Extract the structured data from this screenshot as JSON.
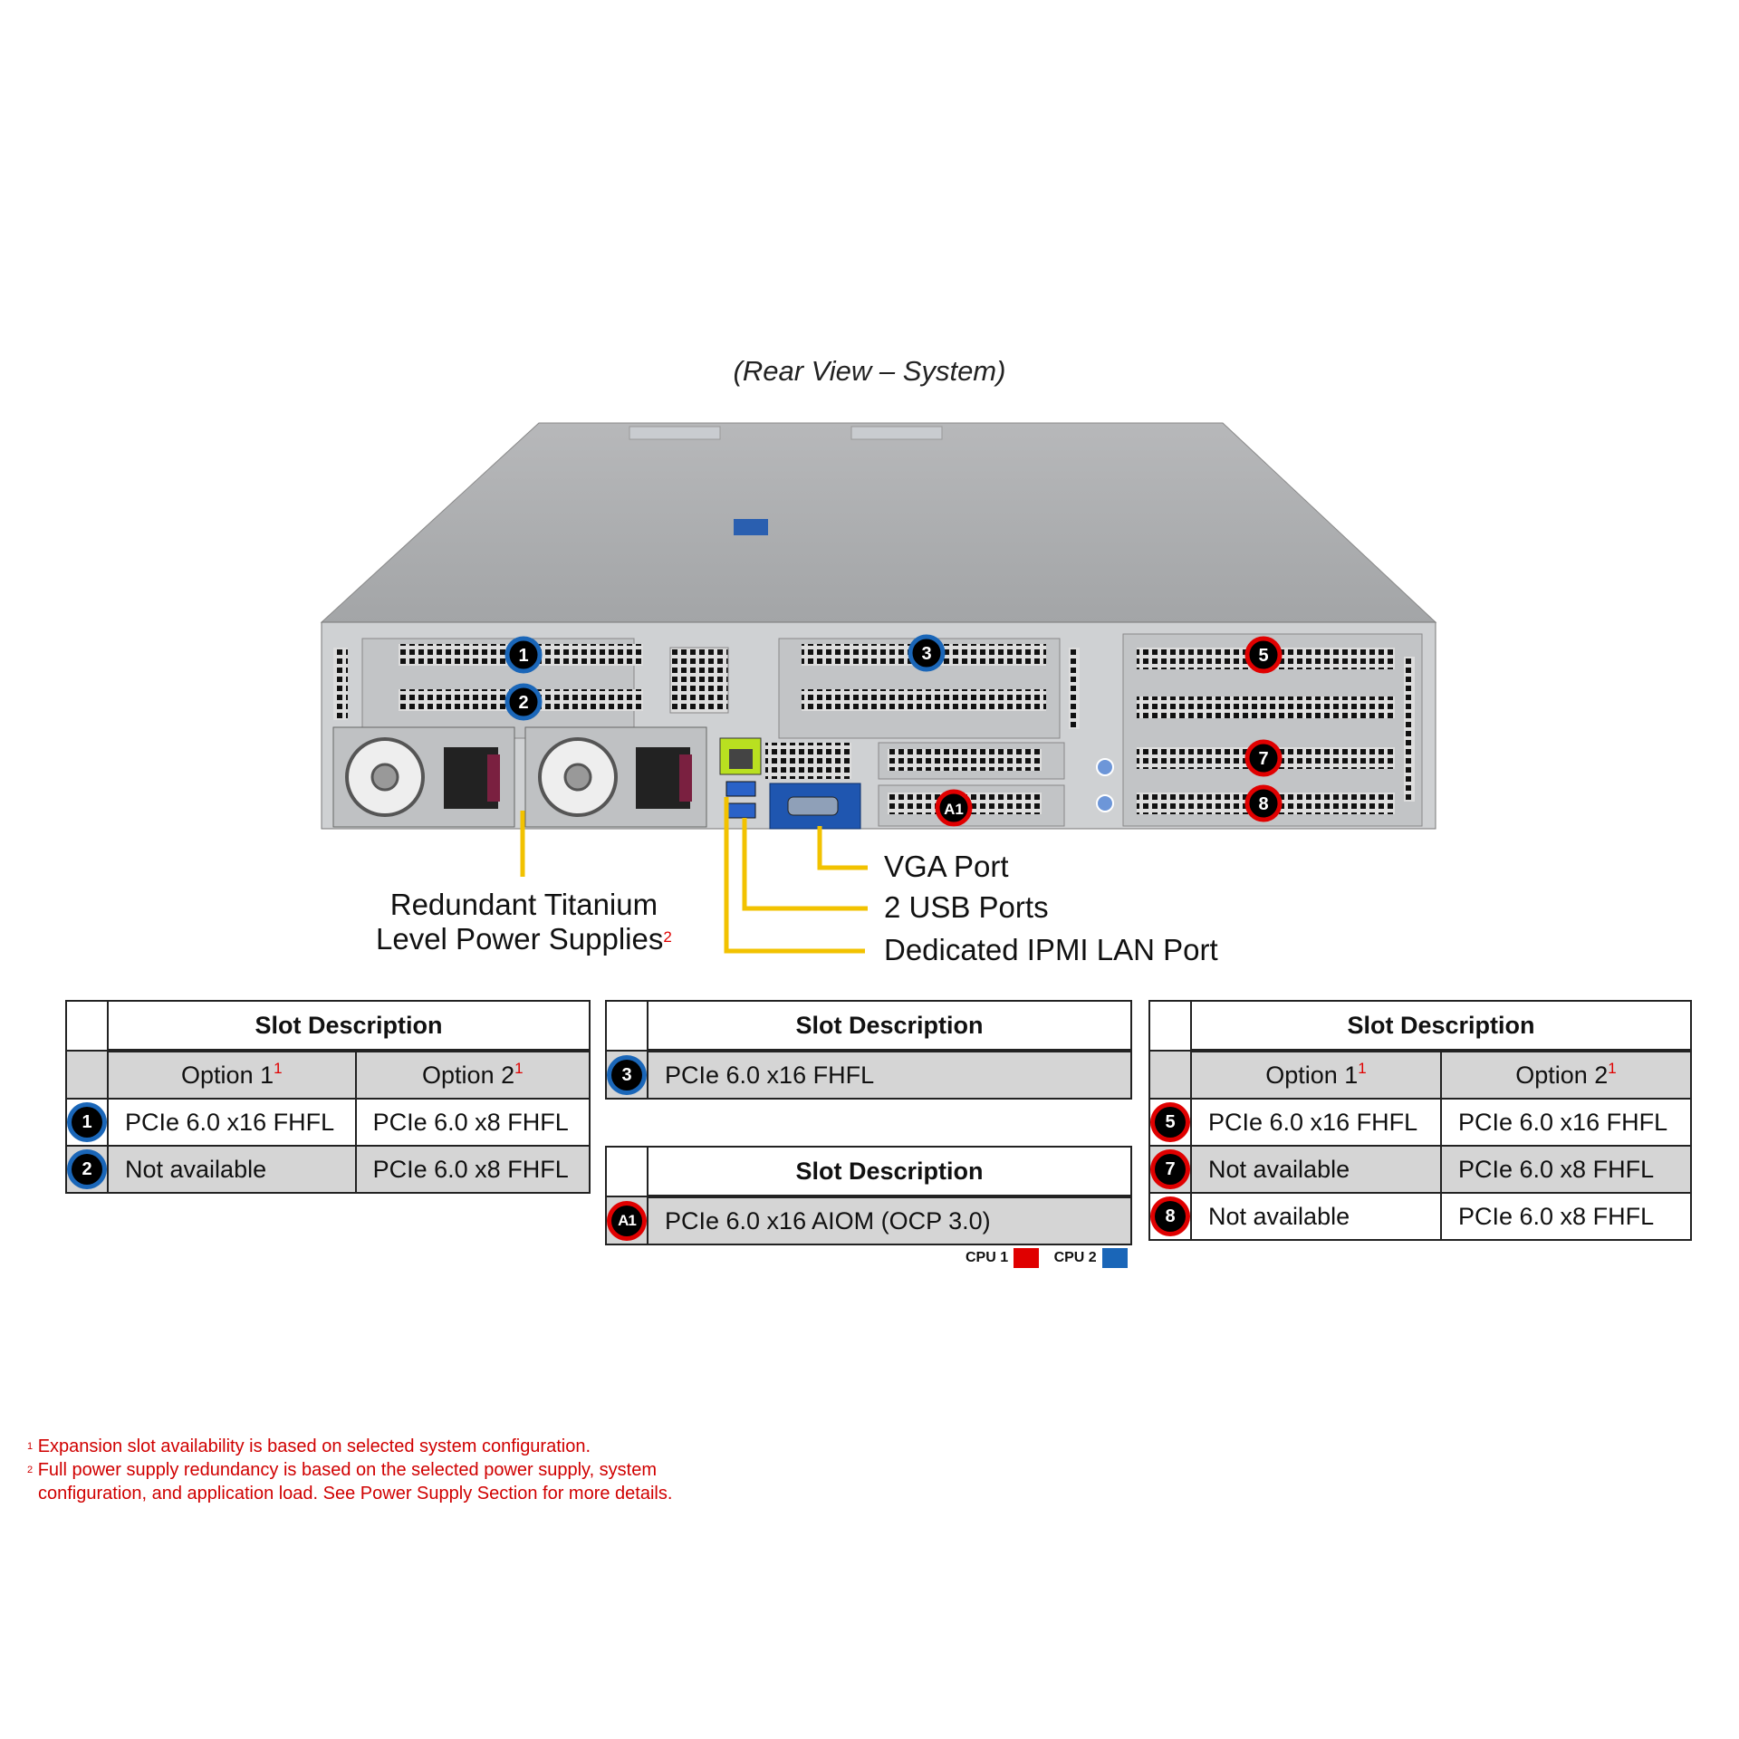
{
  "view_title": "(Rear View – System)",
  "callouts": {
    "power_line1": "Redundant Titanium",
    "power_line2": "Level Power Supplies",
    "power_sup": "2",
    "vga": "VGA Port",
    "usb": "2 USB Ports",
    "ipmi": "Dedicated IPMI LAN Port"
  },
  "diagram_badges": [
    "1",
    "2",
    "3",
    "5",
    "7",
    "8",
    "A1"
  ],
  "colors": {
    "cpu1": "#e00000",
    "cpu2": "#1a66b8",
    "callout_line": "#f2c200",
    "chassis": "#9a9c9e",
    "footnote": "#d00000"
  },
  "table_left": {
    "header": "Slot Description",
    "option1": "Option 1",
    "option2": "Option 2",
    "opt_sup": "1",
    "rows": [
      {
        "badge": "1",
        "cpu": "cpu2",
        "opt1": "PCIe 6.0 x16 FHFL",
        "opt2": "PCIe 6.0 x8 FHFL"
      },
      {
        "badge": "2",
        "cpu": "cpu2",
        "opt1": "Not available",
        "opt2": "PCIe 6.0 x8 FHFL"
      }
    ]
  },
  "table_mid_top": {
    "header": "Slot Description",
    "rows": [
      {
        "badge": "3",
        "cpu": "cpu2",
        "desc": "PCIe 6.0 x16 FHFL"
      }
    ]
  },
  "table_mid_bottom": {
    "header": "Slot Description",
    "rows": [
      {
        "badge": "A1",
        "cpu": "cpu1",
        "desc": "PCIe 6.0 x16 AIOM (OCP 3.0)"
      }
    ]
  },
  "table_right": {
    "header": "Slot Description",
    "option1": "Option 1",
    "option2": "Option 2",
    "opt_sup": "1",
    "rows": [
      {
        "badge": "5",
        "cpu": "cpu1",
        "opt1": "PCIe 6.0 x16 FHFL",
        "opt2": "PCIe 6.0 x16 FHFL"
      },
      {
        "badge": "7",
        "cpu": "cpu1",
        "opt1": "Not available",
        "opt2": "PCIe 6.0 x8 FHFL"
      },
      {
        "badge": "8",
        "cpu": "cpu1",
        "opt1": "Not available",
        "opt2": "PCIe 6.0 x8 FHFL"
      }
    ]
  },
  "legend": {
    "cpu1": "CPU 1",
    "cpu2": "CPU 2"
  },
  "footnotes": {
    "f1_mark": "1",
    "f1": "Expansion slot availability is based on selected system configuration.",
    "f2_mark": "2",
    "f2_line1": "Full power supply redundancy is based on the selected power supply, system",
    "f2_line2": "configuration, and application load. See Power Supply Section for more details."
  }
}
